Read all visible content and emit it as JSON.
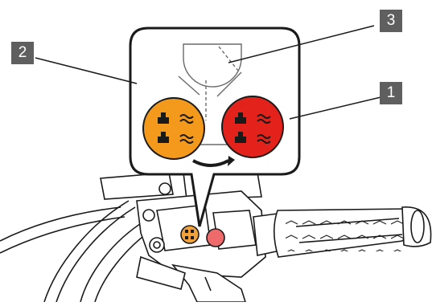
{
  "labels": {
    "one": "1",
    "two": "2",
    "three": "3"
  },
  "colors": {
    "left_switch": "#f39a1c",
    "right_switch": "#e3231b",
    "small_switch_orange": "#f2a23a",
    "small_switch_red": "#ef6b6b",
    "label_box": "#5f5f5f",
    "line": "#1a1a1a"
  },
  "icons": [
    "high-beam-icon",
    "low-beam-icon",
    "hazard-icon",
    "rotate-arrow-icon"
  ]
}
